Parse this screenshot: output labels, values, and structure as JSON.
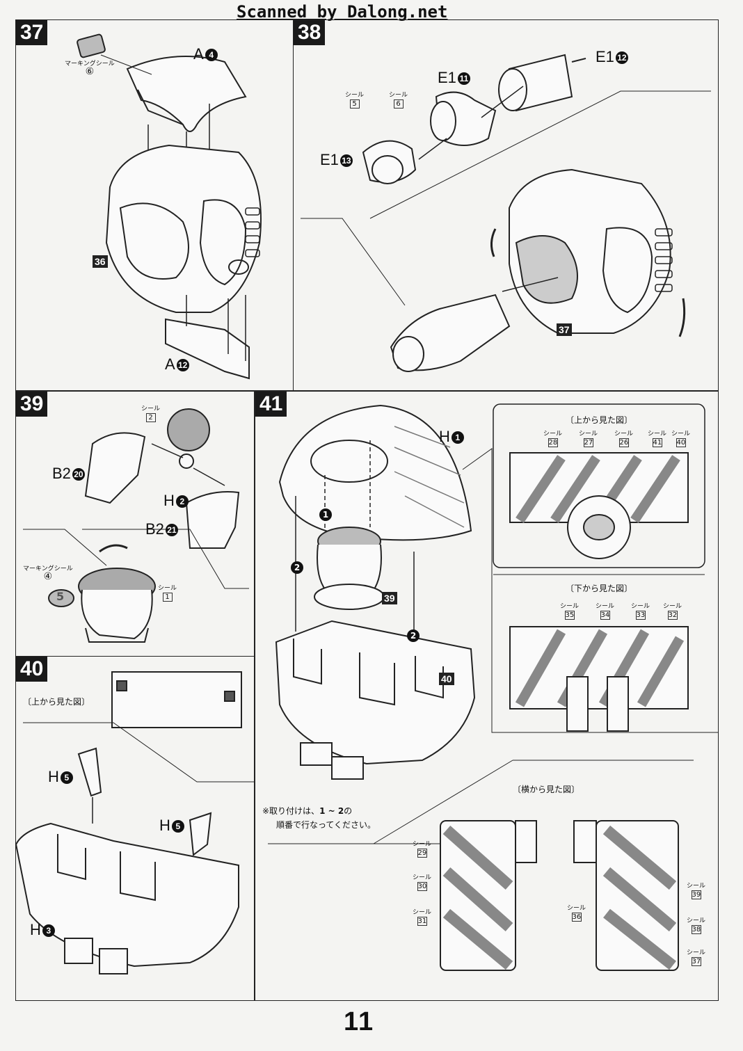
{
  "header": {
    "text": "Scanned by Dalong.net"
  },
  "page_number": "11",
  "step37": {
    "number": "37",
    "marking_label": "マーキングシール",
    "marking_num": "⑥",
    "part_top": "A",
    "part_top_num": "4",
    "part_bottom": "A",
    "part_bottom_num": "12",
    "ref": "36"
  },
  "step38": {
    "number": "38",
    "seal_label": "シール",
    "seal_a": "5",
    "seal_b": "6",
    "part_e11": "E1",
    "part_e11_num": "11",
    "part_e12": "E1",
    "part_e12_num": "12",
    "part_e13": "E1",
    "part_e13_num": "13",
    "ref": "37"
  },
  "step39": {
    "number": "39",
    "seal_label": "シール",
    "seal_top": "2",
    "seal_side": "1",
    "marking_label": "マーキングシール",
    "marking_num": "④",
    "part_b220": "B2",
    "part_b220_num": "20",
    "part_h2": "H",
    "part_h2_num": "2",
    "part_b221": "B2",
    "part_b221_num": "21",
    "marking_badge": "5"
  },
  "step40": {
    "number": "40",
    "top_view": "〔上から見た図〕",
    "part_h5a": "H",
    "part_h5a_num": "5",
    "part_h5b": "H",
    "part_h5b_num": "5",
    "part_h3": "H",
    "part_h3_num": "3"
  },
  "step41": {
    "number": "41",
    "part_h1": "H",
    "part_h1_num": "1",
    "ref39": "39",
    "ref40": "40",
    "order1": "1",
    "order2": "2",
    "note_line1": "※取り付けは、",
    "note_range": "1 ~ 2",
    "note_suffix": "の",
    "note_line2": "順番で行なってください。",
    "top_view": "〔上から見た図〕",
    "top_seals": [
      "28",
      "27",
      "26",
      "41",
      "40"
    ],
    "bottom_view": "〔下から見た図〕",
    "bottom_seals": [
      "35",
      "34",
      "33",
      "32"
    ],
    "side_view": "〔横から見た図〕",
    "side_left_seals": [
      "29",
      "30",
      "31"
    ],
    "side_right_seals": [
      "39",
      "36",
      "38",
      "37"
    ],
    "seal_label": "シール"
  }
}
